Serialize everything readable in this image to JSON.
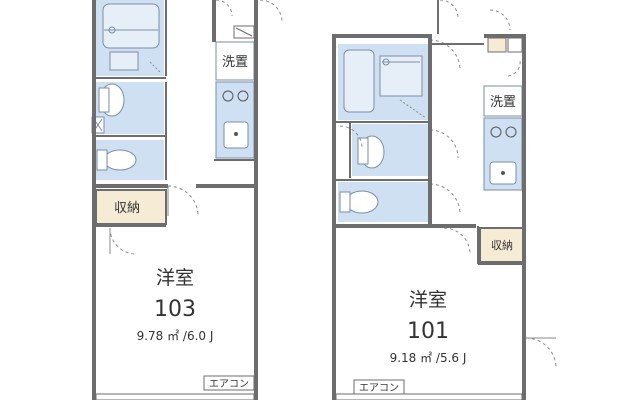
{
  "units": [
    {
      "room_type": "洋室",
      "room_number": "103",
      "area_text": "9.78 ㎡ /6.0 J",
      "washer_label": "洗置",
      "storage_label": "収納",
      "aircon_label": "エアコン"
    },
    {
      "room_type": "洋室",
      "room_number": "101",
      "area_text": "9.18 ㎡ /5.6 J",
      "washer_label": "洗置",
      "storage_label": "収納",
      "aircon_label": "エアコン"
    }
  ],
  "colors": {
    "wall": "#6d6d6d",
    "fixture_fill": "#cfe0f2",
    "storage_fill": "#f6ecd6",
    "fixture_line": "#7a8ea6",
    "door_line": "#8a8a8a"
  }
}
